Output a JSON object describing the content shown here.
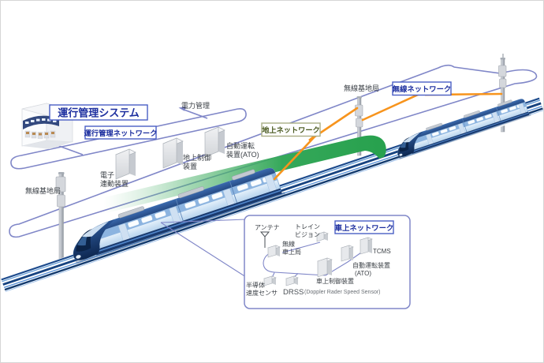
{
  "network_labels": {
    "operation_system": "運行管理システム",
    "operation_network": "運行管理ネットワーク",
    "ground_network": "地上ネットワーク",
    "wireless_network": "無線ネットワーク",
    "onboard_network": "車上ネットワーク"
  },
  "ground": {
    "power_mgmt": "電力管理",
    "base_station_left": "無線基地局",
    "base_station_right": "無線基地局",
    "interlocking_l1": "電子",
    "interlocking_l2": "連動装置",
    "ground_control_l1": "地上制御",
    "ground_control_l2": "装置",
    "ato_l1": "自動運転",
    "ato_l2": "装置(ATO)"
  },
  "onboard": {
    "antenna": "アンテナ",
    "train_vision_l1": "トレイン",
    "train_vision_l2": "ビジョン",
    "wireless_onboard_l1": "無線",
    "wireless_onboard_l2": "車上局",
    "tcms": "TCMS",
    "ato_l1": "自動運転装置",
    "ato_l2": "(ATO)",
    "onboard_control": "車上制御装置",
    "speed_sensor_l1": "半導体",
    "speed_sensor_l2": "速度センサ",
    "drss": "DRSS",
    "drss_full": "(Doppler Rader Speed Sensor)"
  },
  "colors": {
    "network_line": "#8087c8",
    "label_blue_text": "#1d2f9f",
    "label_blue_border": "#4a5fc5",
    "label_green_text": "#49591f",
    "label_green_border": "#a9ad85",
    "bolt_orange": "#f7941d",
    "band_green": "#2aa14e",
    "track_navy": "#16427f"
  }
}
